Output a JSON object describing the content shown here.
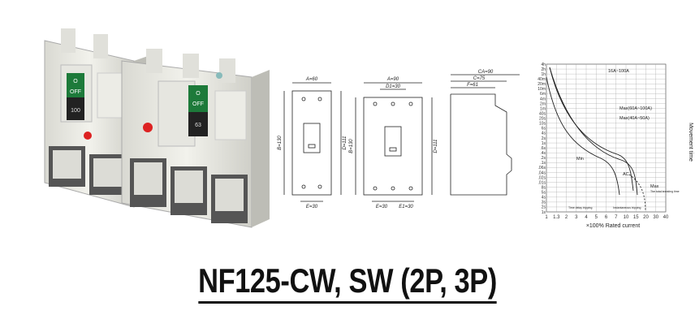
{
  "title": "NF125-CW, SW (2P, 3P)",
  "breaker_2p": {
    "on_label": "O",
    "off_label": "OFF",
    "rating": "100"
  },
  "breaker_3p": {
    "on_label": "O",
    "off_label": "OFF",
    "rating": "63"
  },
  "drawing_2p": {
    "width_label": "A=60",
    "height_label": "B=130",
    "depth_label": "D=111",
    "pitch_label": "E=30"
  },
  "drawing_3p": {
    "width_label": "A=90",
    "inner_label": "D1=30",
    "height_label": "B=130",
    "depth_label": "D=111",
    "pitch_label": "E=30",
    "pitch2_label": "E1=30"
  },
  "drawing_side": {
    "ca_label": "CA=90",
    "c_label": "C=75",
    "f_label": "F=61"
  },
  "curve": {
    "x_ticks": [
      "1",
      "1.3",
      "2",
      "3",
      "4",
      "5",
      "6",
      "7",
      "10",
      "15",
      "20",
      "30",
      "40"
    ],
    "x_label": "×100% Rated current",
    "y_label": "Movement time",
    "y_ticks": [
      "4h",
      "2h",
      "1h",
      "40m",
      "20m",
      "10m",
      "6m",
      "4m",
      "2m",
      "1m",
      "40s",
      "20s",
      "10s",
      "6s",
      "4s",
      "2s",
      "1s",
      ".6s",
      ".4s",
      ".2s",
      ".1s",
      ".06s",
      ".04s",
      ".02s",
      ".01s",
      "8s",
      "5s",
      "4s",
      "3s",
      "2s",
      "1s"
    ],
    "range_label": "16A~100A",
    "max1": "Max(60A~100A)",
    "max2": "Max(40A~50A)",
    "min": "Min",
    "ac": "AC",
    "max3": "Max",
    "breaking_note": "The total breaking time",
    "time_delay_note": "Time delay tripping",
    "instant_note": "Instantaneous tripping"
  }
}
